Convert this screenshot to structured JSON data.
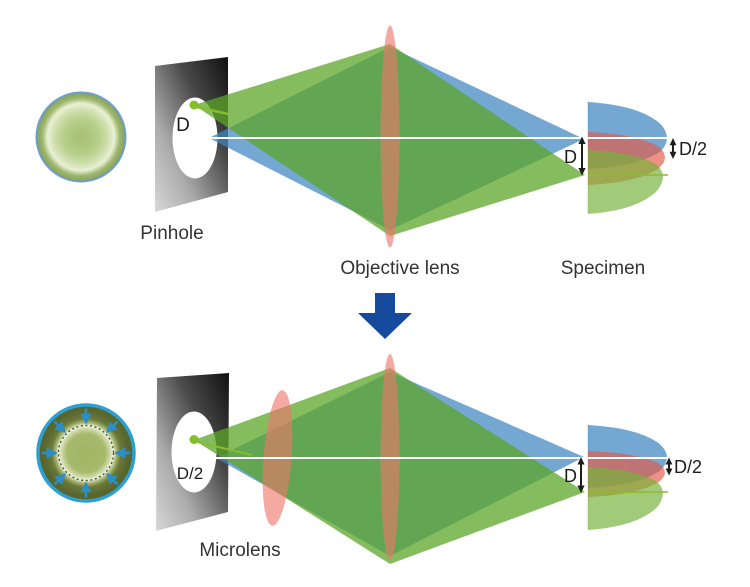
{
  "colors": {
    "beam_blue": "rgba(62,134,194,0.72)",
    "beam_green": "rgba(92,166,40,0.75)",
    "lens_pink": "rgba(238,118,106,0.62)",
    "profile_blue": "rgba(62,134,194,0.72)",
    "profile_red": "rgba(229,88,68,0.66)",
    "profile_green": "rgba(118,178,58,0.68)",
    "optical_axis_white": "#ffffff",
    "focus_line_green": "#8fb832",
    "transition_arrow_blue": "#164a9c",
    "source_dot_green": "#85bd2c",
    "inward_arrow_blue": "#2b8fc7",
    "caption_color": "#333333",
    "dim_label_color": "#1d1d1d"
  },
  "top_diagram": {
    "pinhole_diameter_label": "D",
    "pinhole_caption": "Pinhole",
    "objective_caption": "Objective lens",
    "specimen_caption": "Specimen",
    "spot_size_label": "D",
    "half_spot_label": "D/2"
  },
  "bottom_diagram": {
    "aperture_label": "D/2",
    "microlens_caption": "Microlens",
    "spot_size_label": "D",
    "half_spot_label": "D/2"
  }
}
